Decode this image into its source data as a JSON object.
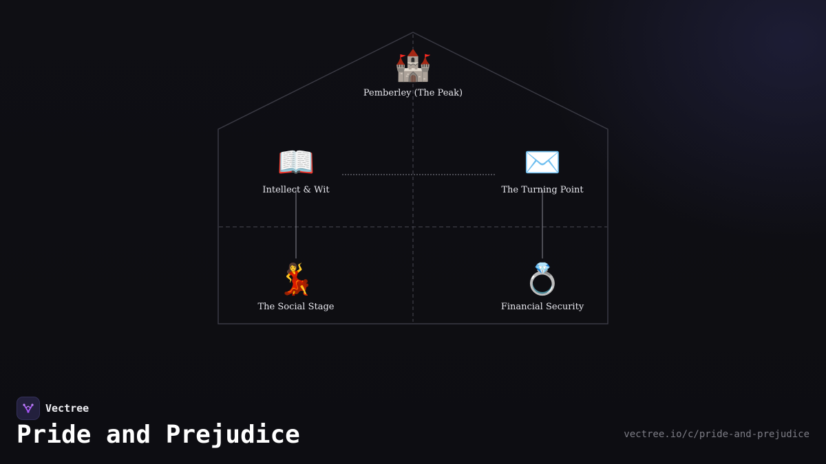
{
  "diagram": {
    "nodes": [
      {
        "id": "peak",
        "icon": "castle-icon",
        "emoji": "🏰",
        "label": "Pemberley (The Peak)"
      },
      {
        "id": "intellect",
        "icon": "open-book-icon",
        "emoji": "📖",
        "label": "Intellect & Wit"
      },
      {
        "id": "turning",
        "icon": "envelope-icon",
        "emoji": "✉️",
        "label": "The Turning Point"
      },
      {
        "id": "social",
        "icon": "dancer-icon",
        "emoji": "💃",
        "label": "The Social Stage"
      },
      {
        "id": "financial",
        "icon": "ring-icon",
        "emoji": "💍",
        "label": "Financial Security"
      }
    ],
    "links": [
      {
        "from": "intellect",
        "to": "turning",
        "style": "dotted"
      },
      {
        "from": "intellect",
        "to": "social",
        "style": "solid"
      },
      {
        "from": "turning",
        "to": "financial",
        "style": "solid"
      }
    ],
    "frame_color": "#3a3a44",
    "link_color": "#8a8a94"
  },
  "footer": {
    "brand_name": "Vectree",
    "brand_icon": "vectree-logo-icon",
    "title": "Pride and Prejudice",
    "url": "vectree.io/c/pride-and-prejudice"
  }
}
